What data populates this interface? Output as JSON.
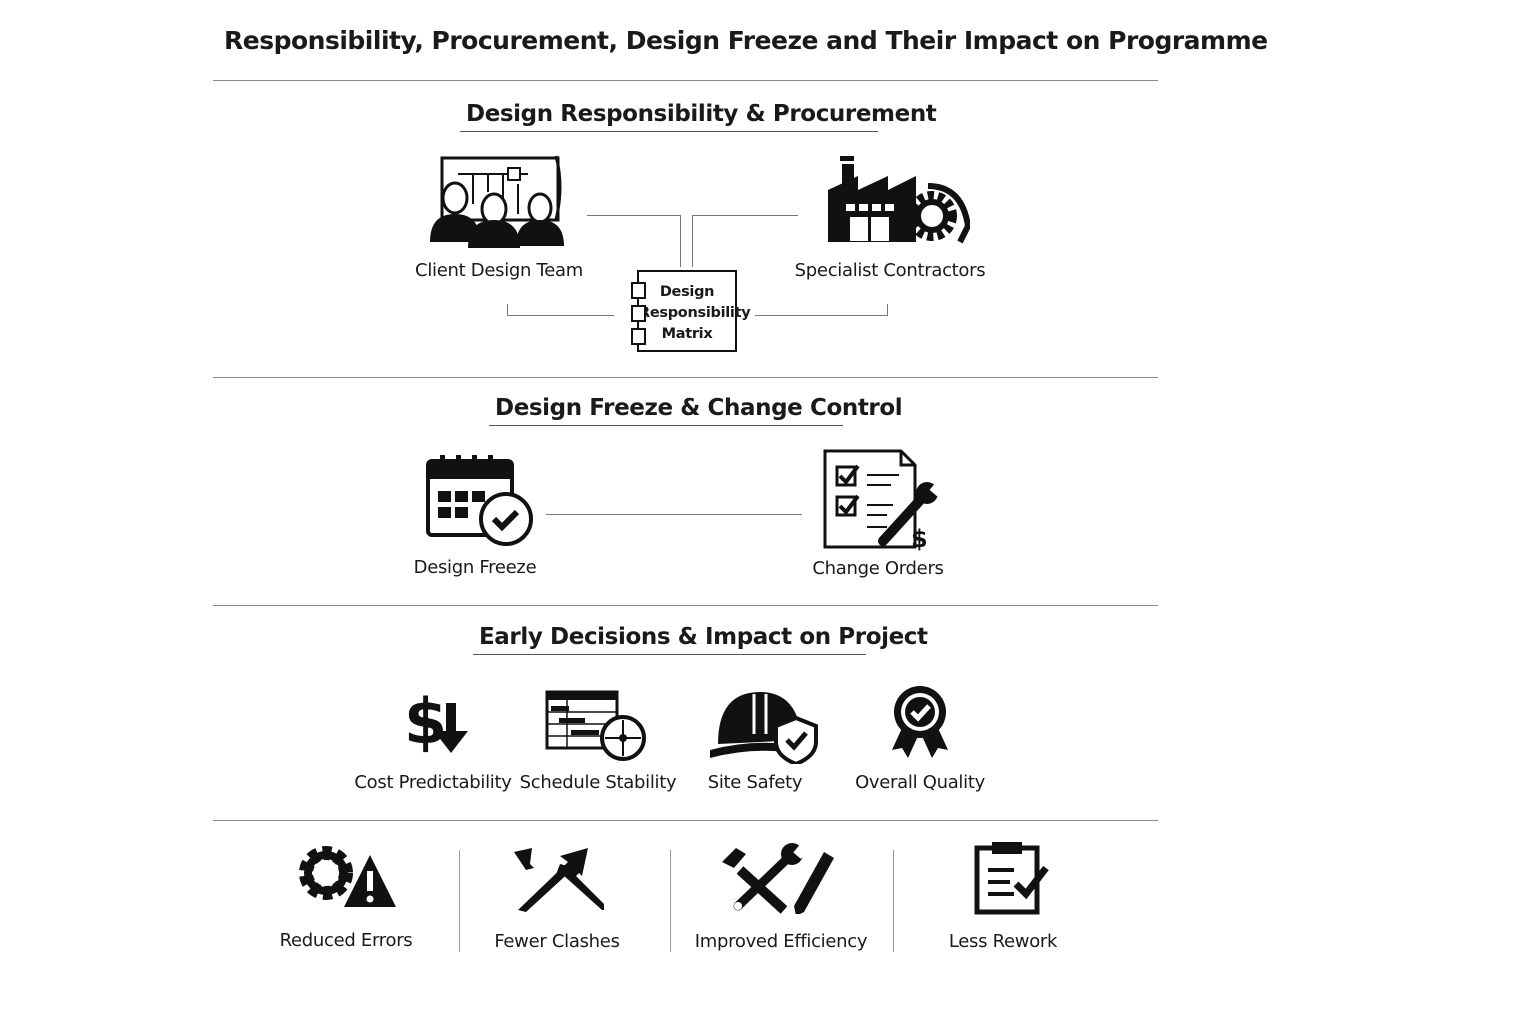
{
  "title": "Responsibility, Procurement, Design Freeze and Their Impact on Programme",
  "sections": [
    {
      "heading": "Design Responsibility & Procurement",
      "items": [
        {
          "label": "Client Design Team",
          "icon": "design-team-icon"
        },
        {
          "label": "Specialist Contractors",
          "icon": "factory-gear-icon"
        }
      ],
      "matrix": {
        "lines": [
          "Design",
          "Responsibility",
          "Matrix"
        ]
      }
    },
    {
      "heading": "Design Freeze & Change Control",
      "items": [
        {
          "label": "Design Freeze",
          "icon": "calendar-check-icon"
        },
        {
          "label": "Change Orders",
          "icon": "checklist-wrench-dollar-icon"
        }
      ]
    },
    {
      "heading": "Early Decisions & Impact on Project",
      "items": [
        {
          "label": "Cost Predictability",
          "icon": "dollar-down-icon"
        },
        {
          "label": "Schedule Stability",
          "icon": "gantt-clock-icon"
        },
        {
          "label": "Site Safety",
          "icon": "hardhat-shield-icon"
        },
        {
          "label": "Overall Quality",
          "icon": "award-badge-icon"
        }
      ]
    }
  ],
  "outcomes": [
    {
      "label": "Reduced Errors",
      "icon": "gear-warning-icon"
    },
    {
      "label": "Fewer Clashes",
      "icon": "crossing-arrows-icon"
    },
    {
      "label": "Improved Efficiency",
      "icon": "tools-pen-icon"
    },
    {
      "label": "Less Rework",
      "icon": "clipboard-check-icon"
    }
  ]
}
